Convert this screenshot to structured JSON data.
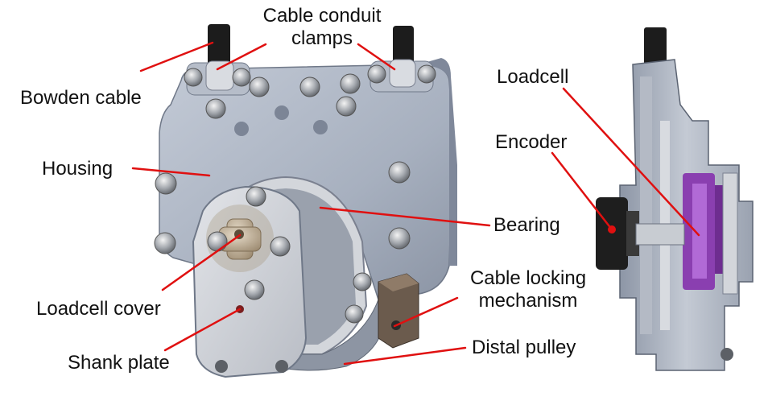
{
  "colors": {
    "leader": "#e01010",
    "housing": "#a9b2c1",
    "housing_dark": "#7e889a",
    "metal": "#c9ccd2",
    "loadcell": "#8a3fb0",
    "cable": "#1c1c1c",
    "brass": "#b8a48a"
  },
  "labels": {
    "cable_conduit_clamps_1": "Cable conduit",
    "cable_conduit_clamps_2": "clamps",
    "bowden_cable": "Bowden cable",
    "housing": "Housing",
    "loadcell_cover": "Loadcell cover",
    "shank_plate": "Shank plate",
    "loadcell": "Loadcell",
    "encoder": "Encoder",
    "bearing": "Bearing",
    "cable_locking_1": "Cable locking",
    "cable_locking_2": "mechanism",
    "distal_pulley": "Distal pulley"
  }
}
